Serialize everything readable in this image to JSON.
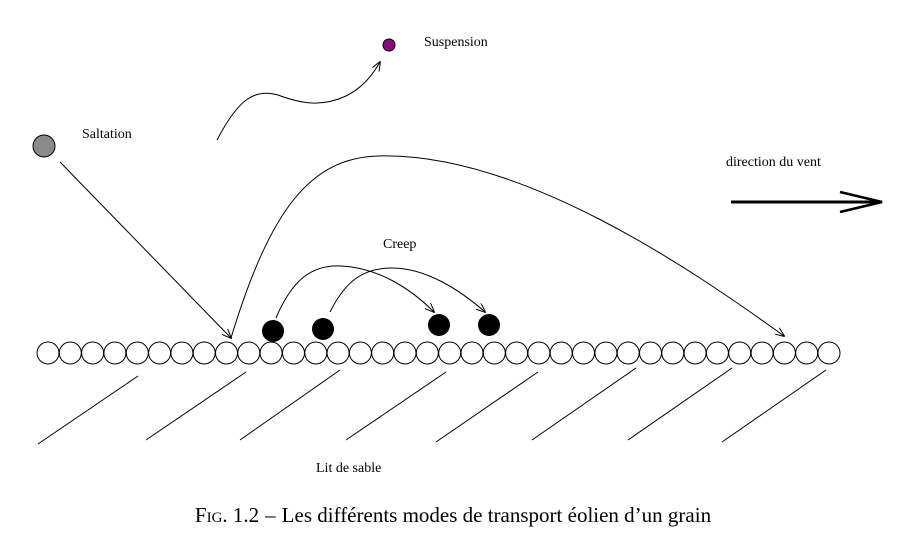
{
  "labels": {
    "suspension": "Suspension",
    "saltation": "Saltation",
    "wind_direction": "direction du vent",
    "creep": "Creep",
    "sand_bed": "Lit de sable"
  },
  "caption": {
    "prefix": "Fig. 1.2",
    "separator": "–",
    "text": "Les différents modes de transport éolien d’un grain"
  },
  "colors": {
    "suspension_grain": "#8b0a7f",
    "saltation_grain": "#8a8a8a",
    "creep_grain": "#000000",
    "line": "#000000"
  },
  "bed": {
    "grain_count": 36
  }
}
